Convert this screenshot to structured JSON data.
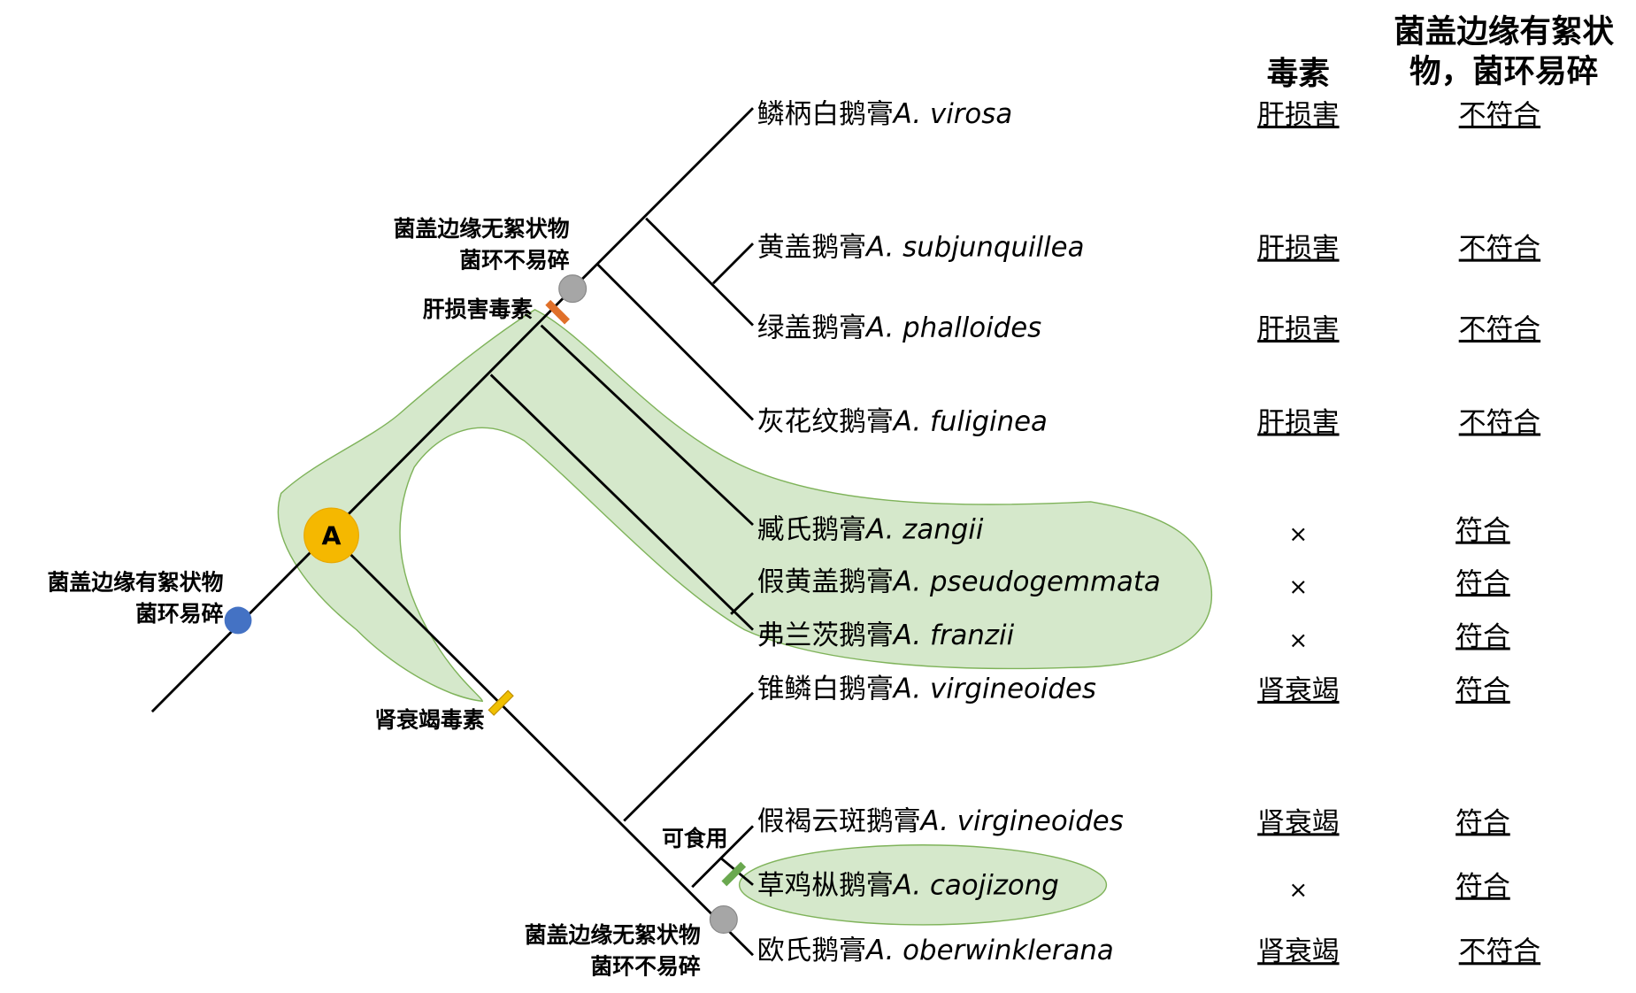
{
  "headers": {
    "toxin": "毒素",
    "trait_line1": "菌盖边缘有絮状",
    "trait_line2": "物，菌环易碎"
  },
  "node_labels": {
    "root_line1": "菌盖边缘有絮状物",
    "root_line2": "菌环易碎",
    "upper_line1": "菌盖边缘无絮状物",
    "upper_line2": "菌环不易碎",
    "liver": "肝损害毒素",
    "kidney": "肾衰竭毒素",
    "edible": "可食用",
    "lower_line1": "菌盖边缘无絮状物",
    "lower_line2": "菌环不易碎",
    "clade_a": "A"
  },
  "taxa": [
    {
      "cn": "鳞柄白鹅膏",
      "latin": "A. virosa",
      "toxin": "肝损害",
      "trait": "不符合"
    },
    {
      "cn": "黄盖鹅膏",
      "latin": "A. subjunquillea",
      "toxin": "肝损害",
      "trait": "不符合"
    },
    {
      "cn": "绿盖鹅膏",
      "latin": "A. phalloides",
      "toxin": "肝损害",
      "trait": "不符合"
    },
    {
      "cn": "灰花纹鹅膏",
      "latin": "A. fuliginea",
      "toxin": "肝损害",
      "trait": "不符合"
    },
    {
      "cn": "臧氏鹅膏",
      "latin": "A. zangii",
      "toxin": "×",
      "trait": "符合"
    },
    {
      "cn": "假黄盖鹅膏",
      "latin": "A. pseudogemmata",
      "toxin": "×",
      "trait": "符合"
    },
    {
      "cn": "弗兰茨鹅膏",
      "latin": "A. franzii",
      "toxin": "×",
      "trait": "符合"
    },
    {
      "cn": "锥鳞白鹅膏",
      "latin": "A. virgineoides",
      "toxin": "肾衰竭",
      "trait": "符合"
    },
    {
      "cn": "假褐云斑鹅膏",
      "latin": "A. virgineoides",
      "toxin": "肾衰竭",
      "trait": "符合"
    },
    {
      "cn": "草鸡枞鹅膏",
      "latin": "A. caojizong",
      "toxin": "×",
      "trait": "符合"
    },
    {
      "cn": "欧氏鹅膏",
      "latin": "A. oberwinklerana",
      "toxin": "肾衰竭",
      "trait": "不符合"
    }
  ],
  "colors": {
    "highlight_fill": "#d5e8cb",
    "highlight_stroke": "#7fb35a",
    "root_node": "#4472c4",
    "grey_node": "#a6a6a6",
    "clade_node": "#f5b800",
    "liver_mark": "#e0702a",
    "kidney_mark": "#f0c000",
    "edible_mark": "#6aa84f"
  }
}
